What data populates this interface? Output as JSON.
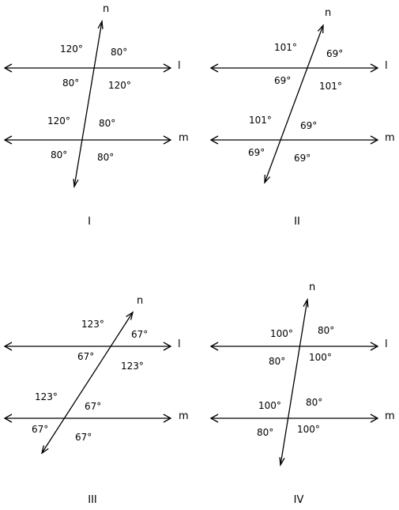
{
  "line_names": {
    "top": "l",
    "bottom": "m",
    "transversal": "n"
  },
  "panels": [
    {
      "label": "I",
      "angles": {
        "top": {
          "upper_left": "120°",
          "upper_right": "80°",
          "lower_left": "80°",
          "lower_right": "120°"
        },
        "bottom": {
          "upper_left": "120°",
          "upper_right": "80°",
          "lower_left": "80°",
          "lower_right": "80°"
        }
      }
    },
    {
      "label": "II",
      "angles": {
        "top": {
          "upper_left": "101°",
          "upper_right": "69°",
          "lower_left": "69°",
          "lower_right": "101°"
        },
        "bottom": {
          "upper_left": "101°",
          "upper_right": "69°",
          "lower_left": "69°",
          "lower_right": "69°"
        }
      }
    },
    {
      "label": "III",
      "angles": {
        "top": {
          "upper_left": "123°",
          "upper_right": "67°",
          "lower_left": "67°",
          "lower_right": "123°"
        },
        "bottom": {
          "upper_left": "123°",
          "upper_right": "67°",
          "lower_left": "67°",
          "lower_right": "67°"
        }
      }
    },
    {
      "label": "IV",
      "angles": {
        "top": {
          "upper_left": "100°",
          "upper_right": "80°",
          "lower_left": "80°",
          "lower_right": "100°"
        },
        "bottom": {
          "upper_left": "100°",
          "upper_right": "80°",
          "lower_left": "80°",
          "lower_right": "100°"
        }
      }
    }
  ]
}
